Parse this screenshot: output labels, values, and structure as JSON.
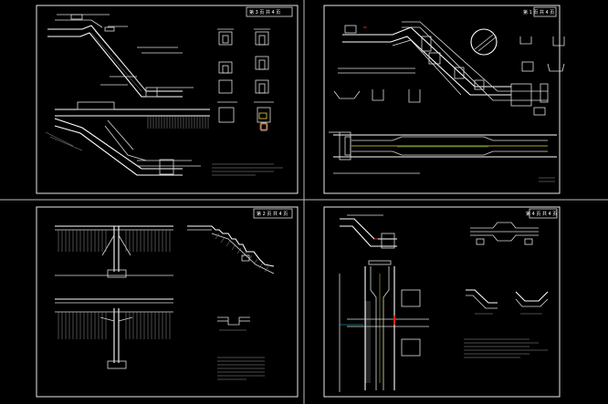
{
  "colors": {
    "background": "#000000",
    "linework": "#e0e0e0",
    "accent_yellow": "#e6d83a",
    "accent_red": "#e02020",
    "accent_cyan": "#33c8e0",
    "accent_green": "#40d040"
  },
  "sheets": [
    {
      "id": "top-left",
      "title_block": "第 3 页  共 4 页"
    },
    {
      "id": "top-right",
      "title_block": "第 1 页  共 4 页"
    },
    {
      "id": "bottom-left",
      "title_block": "第 2 页  共 4 页"
    },
    {
      "id": "bottom-right",
      "title_block": "第 4 页  共 4 页"
    }
  ]
}
